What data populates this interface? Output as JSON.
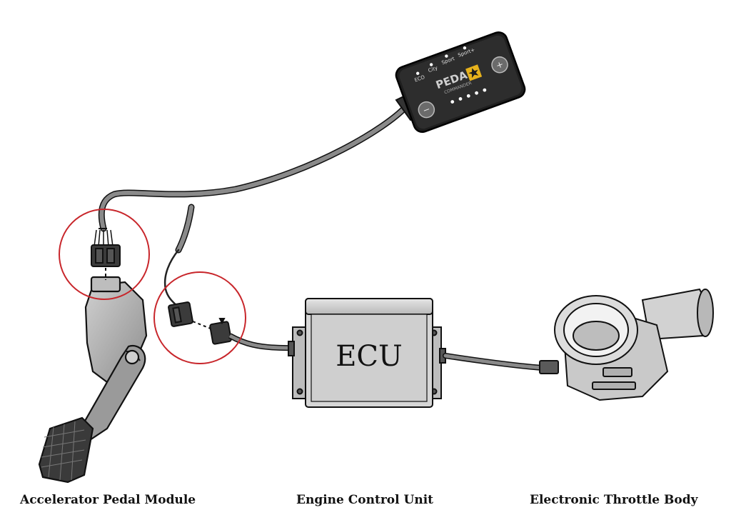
{
  "ecu": {
    "label": "ECU"
  },
  "controller": {
    "brand_line1": "PEDAL",
    "brand_line2": "COMMANDER",
    "modes": [
      "ECO",
      "City",
      "Sport",
      "Sport+"
    ],
    "minus": "−",
    "plus": "+"
  },
  "captions": {
    "pedal": "Accelerator Pedal Module",
    "ecu": "Engine Control Unit",
    "throttle": "Electronic Throttle Body"
  },
  "colors": {
    "highlight_circle": "#c8262b",
    "device_body": "#2b2b2b",
    "ecu_body": "#d6d6d6",
    "cable": "#6f6f6f",
    "brand_accent": "#e7b21c"
  }
}
